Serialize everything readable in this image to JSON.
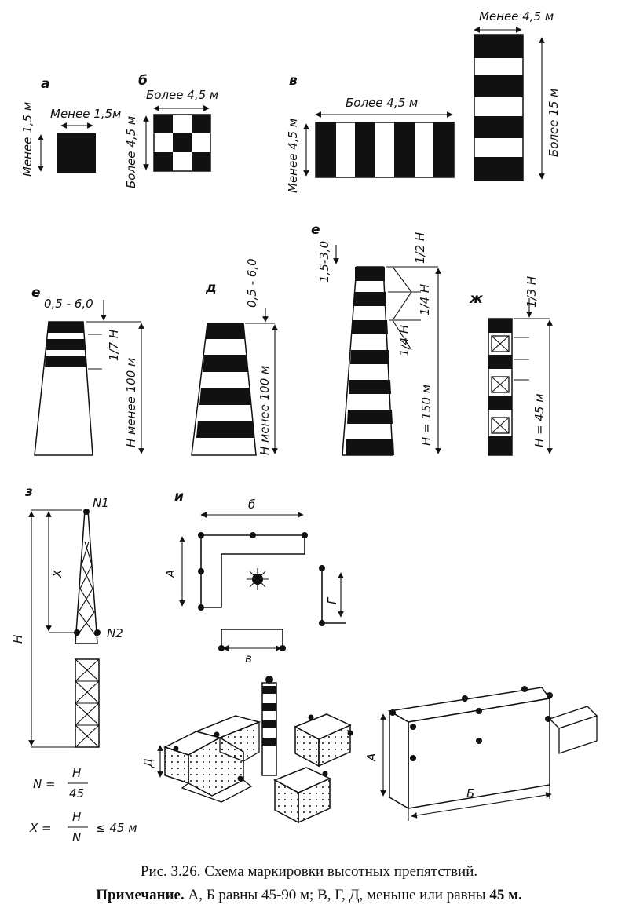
{
  "figures": {
    "a": {
      "letter": "а",
      "height_label": "Менее 1,5 м",
      "width_label": "Менее 1,5м"
    },
    "b": {
      "letter": "б",
      "width_label": "Более 4,5 м",
      "height_label": "Более 4,5 м"
    },
    "v": {
      "letter": "в",
      "width_label": "Более 4,5 м",
      "height_label": "Менее 4,5 м",
      "tall_width_label": "Менее 4,5 м",
      "tall_height_label": "Более 15 м"
    },
    "g": {
      "letter": "е",
      "top_label": "0,5 - 6,0",
      "seventh_label": "1/7 Н",
      "height_label": "Н менее 100 м"
    },
    "d": {
      "letter": "д",
      "top_label": "0,5 - 6,0",
      "height_label": "Н менее 100 м"
    },
    "e": {
      "letter": "е",
      "top_label": "1,5-3,0",
      "half_label": "1/2 Н",
      "quarter_label": "1/4 Н",
      "quarter2_label": "1/4 Н",
      "height_label": "Н = 150 м"
    },
    "zh": {
      "letter": "ж",
      "third_label": "1/3 Н",
      "height_label": "Н = 45 м"
    },
    "z": {
      "letter": "з",
      "n1": "N1",
      "n2": "N2",
      "x_label": "Х",
      "h_label": "Н",
      "formula_n_left": "N =",
      "formula_n_num": "H",
      "formula_n_den": "45",
      "formula_x_left": "X =",
      "formula_x_num": "H",
      "formula_x_den": "N",
      "formula_x_right": "≤ 45 м"
    },
    "i": {
      "letter": "и",
      "b_label": "б",
      "a_label": "А",
      "g_label": "Г",
      "v_label": "в",
      "d_label": "Д",
      "a2_label": "А",
      "b2_label": "Б"
    }
  },
  "caption": {
    "line1": "Рис. 3.26. Схема маркировки высотных препятствий.",
    "note_label": "Примечание.",
    "note_text": " А, Б равны 45-90 м; В, Г, Д, меньше или равны ",
    "note_bold_end": "45 м."
  }
}
